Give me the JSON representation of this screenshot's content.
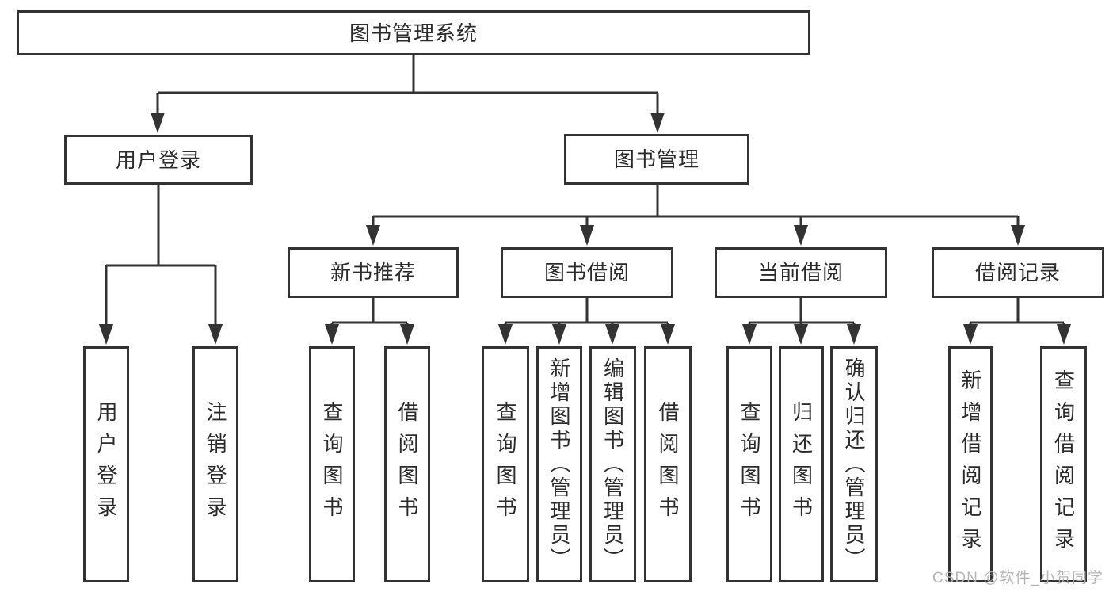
{
  "diagram": {
    "type": "tree",
    "title": "图书管理系统",
    "hierarchy": {
      "图书管理系统": {
        "用户登录": [
          "用户登录",
          "注销登录"
        ],
        "图书管理": {
          "新书推荐": [
            "查询图书",
            "借阅图书"
          ],
          "图书借阅": [
            "查询图书",
            "新增图书（管理员）",
            "编辑图书（管理员）",
            "借阅图书"
          ],
          "当前借阅": [
            "查询图书",
            "归还图书",
            "确认归还（管理员）"
          ],
          "借阅记录": [
            "新增借阅记录",
            "查询借阅记录"
          ]
        }
      }
    }
  },
  "nodes": {
    "root": {
      "label": "图书管理系统"
    },
    "user_login": {
      "label": "用户登录"
    },
    "book_mgmt": {
      "label": "图书管理"
    },
    "new_book_rec": {
      "label": "新书推荐"
    },
    "book_borrow": {
      "label": "图书借阅"
    },
    "current_borrow": {
      "label": "当前借阅"
    },
    "borrow_record": {
      "label": "借阅记录"
    },
    "leaf_user_login": {
      "label": "用户登录"
    },
    "leaf_logout": {
      "label": "注销登录"
    },
    "leaf_nbr_query": {
      "label": "查询图书"
    },
    "leaf_nbr_borrow": {
      "label": "借阅图书"
    },
    "leaf_bb_query": {
      "label": "查询图书"
    },
    "leaf_bb_add": {
      "label": "新增图书（管理员）"
    },
    "leaf_bb_edit": {
      "label": "编辑图书（管理员）"
    },
    "leaf_bb_borrow": {
      "label": "借阅图书"
    },
    "leaf_cb_query": {
      "label": "查询图书"
    },
    "leaf_cb_return": {
      "label": "归还图书"
    },
    "leaf_cb_confirm": {
      "label": "确认归还（管理员）"
    },
    "leaf_br_add": {
      "label": "新增借阅记录"
    },
    "leaf_br_query": {
      "label": "查询借阅记录"
    }
  },
  "watermark": {
    "text": "CSDN @软件_小贺同学",
    "color": "#b3b3b3"
  },
  "colors": {
    "line": "#333333",
    "box_border": "#333333",
    "text": "#2b2b2b",
    "background": "#ffffff"
  }
}
